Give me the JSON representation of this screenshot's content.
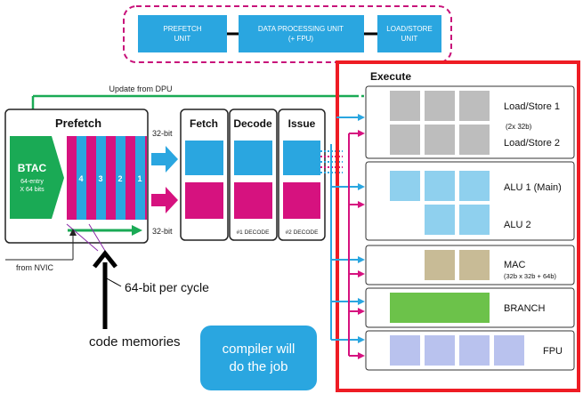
{
  "legend": {
    "prefetch_unit": [
      "PREFETCH",
      "UNIT"
    ],
    "dpu": [
      "DATA PROCESSING UNIT",
      "(+ FPU)"
    ],
    "lsu": [
      "LOAD/STORE",
      "UNIT"
    ]
  },
  "prefetch": {
    "title": "Prefetch",
    "btac": [
      "BTAC",
      "64-entry",
      "X 64 bits"
    ],
    "slots": [
      "4",
      "3",
      "2",
      "1"
    ],
    "update_label": "Update from DPU",
    "nvic_label": "from NVIC"
  },
  "bus": {
    "top": "32-bit",
    "bottom": "32-bit"
  },
  "stages": {
    "fetch": "Fetch",
    "decode": "Decode",
    "issue": "Issue",
    "decode_sub": "#1 DECODE",
    "issue_sub": "#2 DECODE"
  },
  "execute": {
    "title": "Execute",
    "ls1": "Load/Store 1",
    "ls_note": "(2x 32b)",
    "ls2": "Load/Store 2",
    "alu1": "ALU 1 (Main)",
    "alu2": "ALU 2",
    "mac": "MAC",
    "mac_note": "(32b x 32b + 64b)",
    "branch": "BRANCH",
    "fpu": "FPU"
  },
  "annotations": {
    "per_cycle": "64-bit per cycle",
    "code_memories": "code memories",
    "bubble": [
      "compiler will",
      "do the job"
    ]
  },
  "colors": {
    "blue": "#2aa6e0",
    "magenta": "#d6127f",
    "green": "#1aaa55",
    "red_border": "#ee1c24",
    "grey_block": "#bdbdbd",
    "light_blue": "#8fd0ee",
    "tan": "#c8bb96",
    "branch_green": "#6cc24a",
    "lavender": "#b9c2ee"
  }
}
